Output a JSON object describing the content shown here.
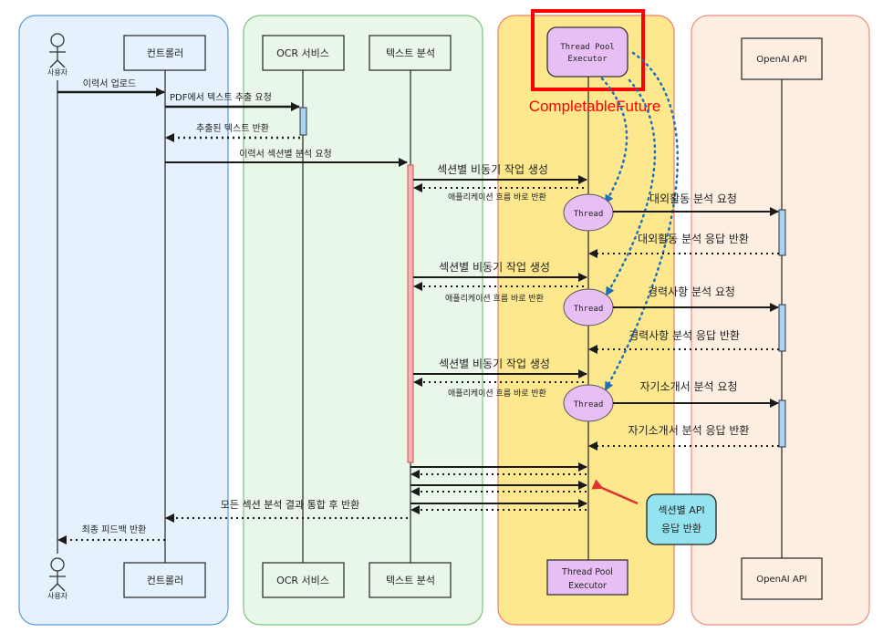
{
  "lanes": [
    {
      "name": "client-lane",
      "fill": "#e5f2fd",
      "stroke": "#5b9bd5"
    },
    {
      "name": "service-lane",
      "fill": "#e9f7e8",
      "stroke": "#7cc47f"
    },
    {
      "name": "executor-lane",
      "fill": "#fde88d",
      "stroke": "#e8806e"
    },
    {
      "name": "openai-lane",
      "fill": "#fdeee2",
      "stroke": "#ee8b85"
    }
  ],
  "participants": {
    "user": "사용자",
    "controller": "컨트롤러",
    "ocr": "OCR 서비스",
    "text_analysis": "텍스트 분석",
    "executor_top_line1": "Thread Pool",
    "executor_top_line2": "Executor",
    "executor_bottom_line1": "Thread Pool",
    "executor_bottom_line2": "Executor",
    "openai": "OpenAI API"
  },
  "highlight": {
    "label": "CompletableFuture",
    "color": "#ff0000"
  },
  "thread_label": "Thread",
  "messages": {
    "upload": "이력서 업로드",
    "pdf_extract": "PDF에서 텍스트 추출 요청",
    "extracted_return": "추출된 텍스트 반환",
    "section_analysis": "이력서 섹션별 분석 요청",
    "async_create_1": "섹션별 비동기 작업 생성",
    "app_return_1": "애플리케이션 흐름 바로 반환",
    "activity_request": "대외활동 분석 요청",
    "activity_response": "대외활동 분석 응답 반환",
    "async_create_2": "섹션별 비동기 작업 생성",
    "app_return_2": "애플리케이션 흐름 바로 반환",
    "career_request": "경력사항 분석 요청",
    "career_response": "경력사항 분석 응답 반환",
    "async_create_3": "섹션별 비동기 작업 생성",
    "app_return_3": "애플리케이션 흐름 바로 반환",
    "intro_request": "자기소개서 분석 요청",
    "intro_response": "자기소개서 분석 응답 반환",
    "merge_return": "모든 섹션 분석 결과 통합 후 반환",
    "final_feedback": "최종 피드백 반환"
  },
  "callout": {
    "line1": "섹션별 API",
    "line2": "응답 반환",
    "fill": "#93e4f0"
  },
  "colors": {
    "activation_blue": "#a9d3f5",
    "activation_red": "#f8b3b3",
    "thread_fill": "#e8bff5",
    "dotted_blue": "#1f6fbf"
  }
}
